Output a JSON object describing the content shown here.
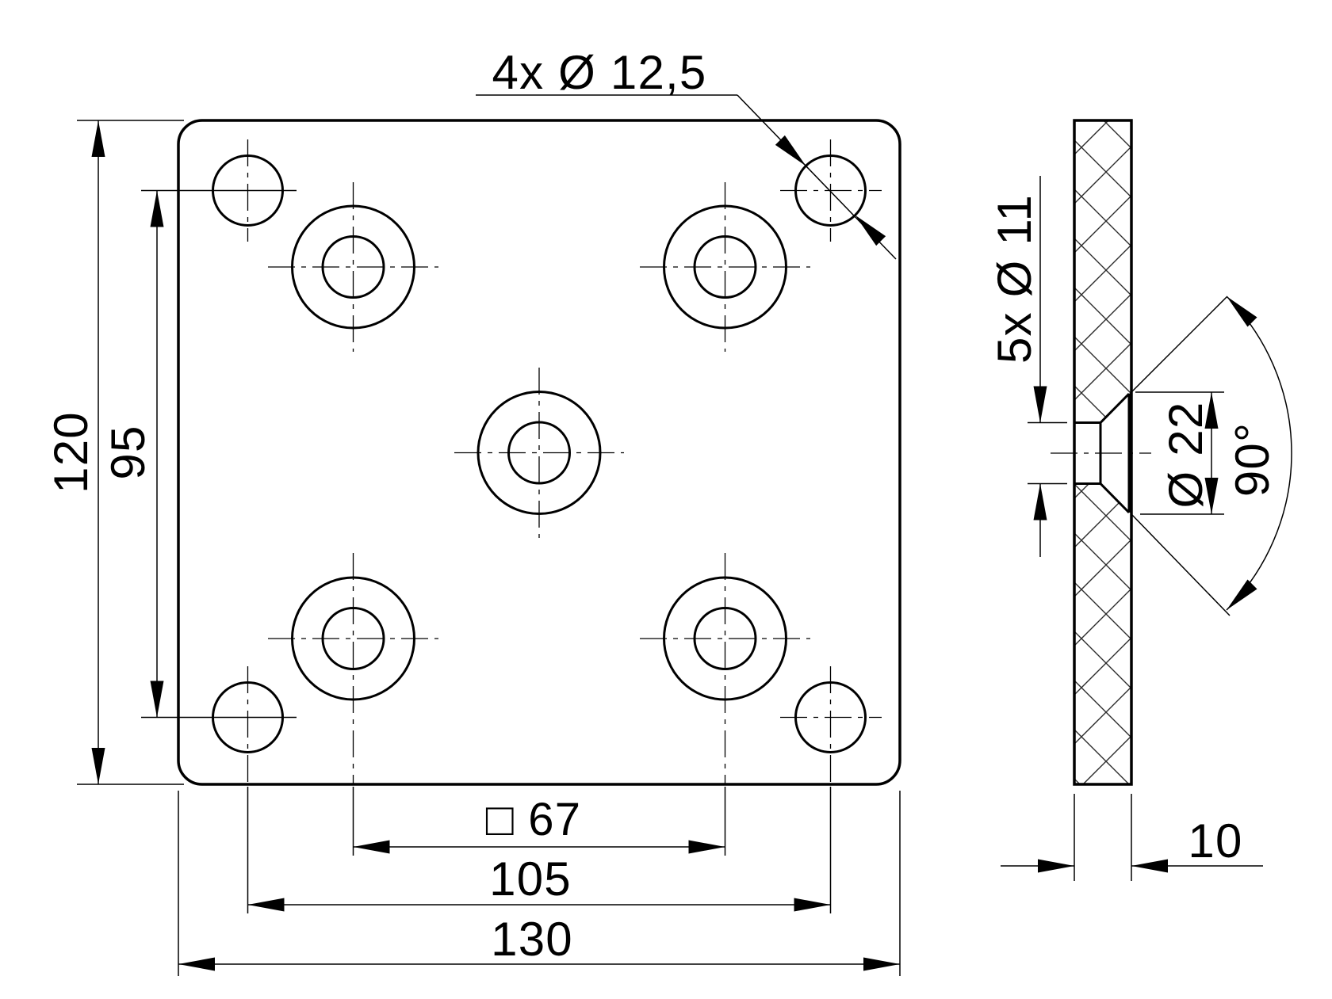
{
  "drawing": {
    "colors": {
      "line": "#000000",
      "background": "#ffffff"
    },
    "front_view": {
      "corner_holes_label": "4x Ø 12,5",
      "dim_height": "120",
      "dim_hole_rows_spacing": "95",
      "dim_square_pattern": "□ 67",
      "dim_hole_cols_spacing": "105",
      "dim_width": "130"
    },
    "side_view": {
      "countersunk_holes_label": "5x Ø 11",
      "countersink_diameter": "Ø 22",
      "countersink_angle": "90°",
      "dim_thickness": "10"
    }
  }
}
